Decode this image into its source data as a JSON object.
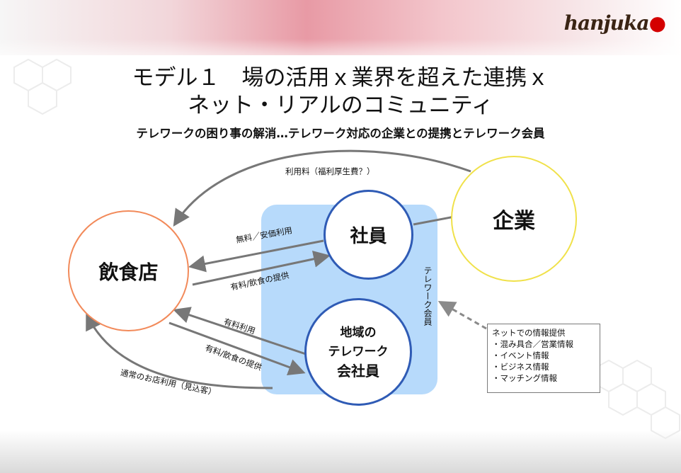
{
  "slide": {
    "logo": "hanjuka",
    "title_line1": "モデル１　場の活用ｘ業界を超えた連携ｘ",
    "title_line2": "ネット・リアルのコミュニティ",
    "subtitle": "テレワークの困り事の解消…テレワーク対応の企業との提携とテレワーク会員"
  },
  "nodes": {
    "restaurant": "飲食店",
    "employee": "社員",
    "company": "企業",
    "local_members": [
      "地域の",
      "テレワーク",
      "会社員"
    ]
  },
  "zone_label": "テレワーク会員",
  "edges": {
    "usage_fee": "利用料（福利厚生費？）",
    "free_discount": "無料／安価利用",
    "paid_service_1": "有料/飲食の提供",
    "paid_use": "有料利用",
    "paid_service_2": "有料/飲食の提供",
    "normal_use": "通常のお店利用（見込客）"
  },
  "info_box": {
    "title": "ネットでの情報提供",
    "items": [
      "・混み具合／営業情報",
      "・イベント情報",
      "・ビジネス情報",
      "・マッチング情報"
    ]
  },
  "colors": {
    "restaurant_border": "#f28a5a",
    "company_border": "#f0e14a",
    "member_border": "#2f5bb5",
    "zone_fill": "#b7dafb",
    "arrow": "#777777"
  }
}
